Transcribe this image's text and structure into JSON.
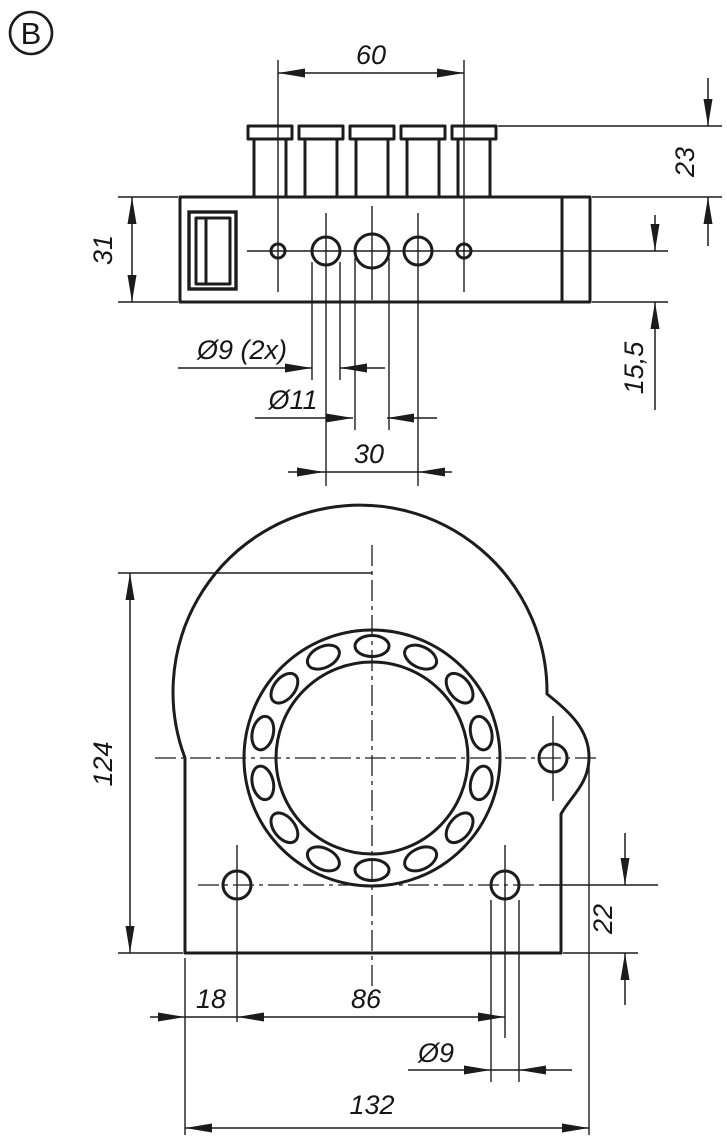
{
  "page": {
    "background": "#ffffff",
    "line_color": "#1c1c1c"
  },
  "view_badge": {
    "label": "B"
  },
  "top_view": {
    "description": "side profile view of mounting block with five studs",
    "dimensions": {
      "stud_span": "60",
      "stud_height": "23",
      "body_height": "31",
      "hole_dia_2x": "Ø9 (2x)",
      "center_hole_dia": "Ø11",
      "hole_spacing": "30",
      "axis_to_bottom": "15,5"
    }
  },
  "front_view": {
    "description": "front flange view with bearing ring and mounting holes",
    "dimensions": {
      "overall_height": "124",
      "hole_axis_to_base": "22",
      "edge_to_first_hole": "18",
      "hole_spacing": "86",
      "base_hole_dia": "Ø9",
      "overall_width": "132"
    }
  }
}
